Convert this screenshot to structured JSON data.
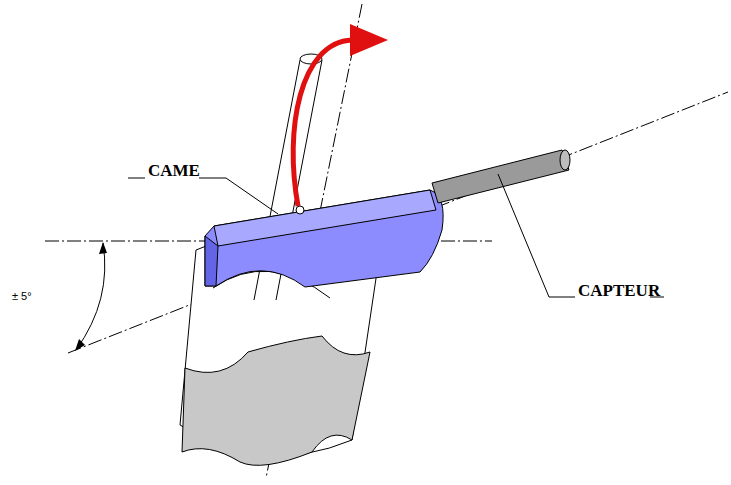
{
  "diagram": {
    "labels": [
      "CAME",
      "CAPTEUR",
      "± 5°"
    ]
  }
}
